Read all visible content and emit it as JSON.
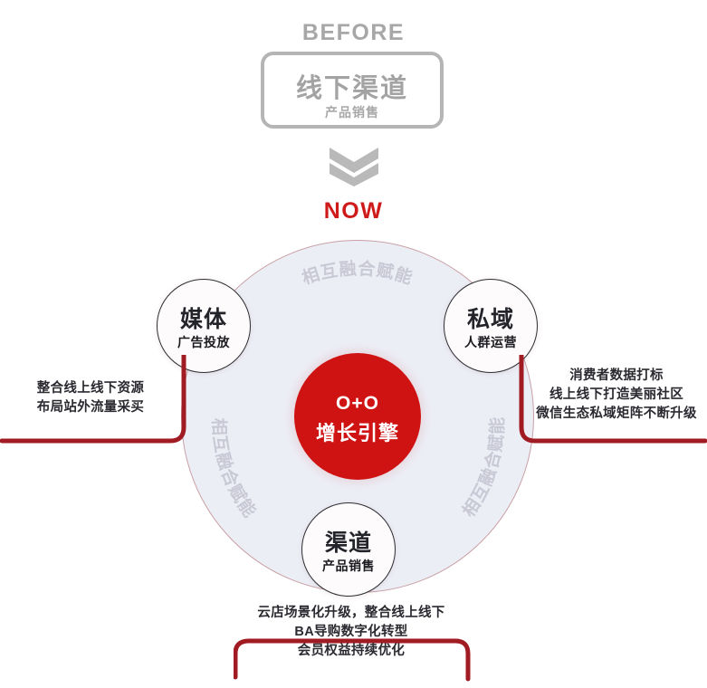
{
  "before": {
    "label": "BEFORE",
    "box_title": "线下渠道",
    "box_subtitle": "产品销售"
  },
  "transition": {
    "arrow_icon": "double-chevron-down-icon",
    "now_label": "NOW"
  },
  "center": {
    "title": "O+O",
    "subtitle": "增长引擎"
  },
  "arc_labels": {
    "top": "相互融合赋能",
    "bottom_left": "相互融合赋能",
    "bottom_right": "相互融合赋能"
  },
  "nodes": [
    {
      "id": "media",
      "title": "媒体",
      "subtitle": "广告投放"
    },
    {
      "id": "private",
      "title": "私域",
      "subtitle": "人群运营"
    },
    {
      "id": "channel",
      "title": "渠道",
      "subtitle": "产品销售"
    }
  ],
  "callouts": {
    "left": "整合线上线下资源\n布局站外流量采买",
    "right": "消费者数据打标\n线上线下打造美丽社区\n微信生态私域矩阵不断升级",
    "bottom": "云店场景化升级，整合线上线下\nBA导购数字化转型\n会员权益持续优化"
  },
  "colors": {
    "brand_red": "#cf1313",
    "now_red": "#cf1a1a",
    "bracket_red": "#a01c22",
    "before_gray": "#a7a7a7",
    "circle_fill": "#eceef6",
    "arc_text": "#c9c9d6"
  }
}
